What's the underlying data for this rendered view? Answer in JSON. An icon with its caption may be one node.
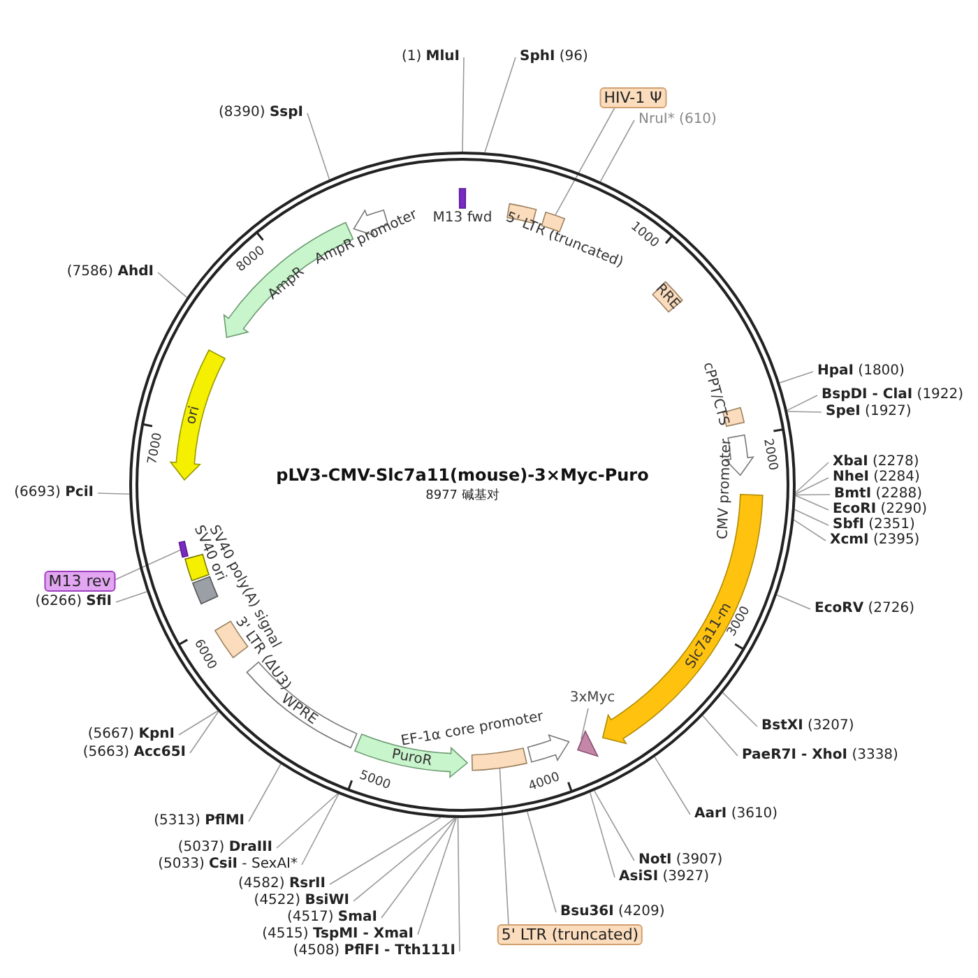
{
  "diagram": {
    "title": "pLV3-CMV-Slc7a11(mouse)-3×Myc-Puro",
    "nodes": [
      {
        "text": [
          "M13 fwd"
        ]
      },
      {
        "text": [
          "5' LTR (truncated)"
        ]
      },
      {
        "text": [],
        "shape": "box"
      },
      {
        "text": [
          "RRE"
        ]
      },
      {
        "text": [
          "cPPT/CTS"
        ]
      },
      {
        "text": [
          "CMV promoter"
        ]
      },
      {
        "text": [
          "Slc7a11-m"
        ]
      },
      {
        "text": [],
        "shape": "pentagon"
      },
      {
        "text": [
          "EF-1α core promoter"
        ]
      },
      {
        "text": [],
        "shape": "box"
      },
      {
        "text": [
          "PuroR"
        ]
      },
      {
        "text": [
          "WPRE"
        ]
      },
      {
        "text": [
          "3' LTR (ΔU3)"
        ]
      },
      {
        "text": [
          "SV40 poly(A) signal"
        ]
      },
      {
        "text": [
          "SV40 ori"
        ]
      },
      {
        "text": [],
        "shape": "bar"
      },
      {
        "text": [
          "ori"
        ]
      },
      {
        "text": [
          "AmpR"
        ]
      },
      {
        "text": [
          "AmpR promoter"
        ]
      },
      {
        "text": [
          "HIV-1 Ψ"
        ]
      },
      {
        "text": [
          "M13 rev"
        ]
      },
      {
        "text": [
          "3xMyc"
        ]
      },
      {
        "text": [
          "5' LTR (truncated)"
        ]
      },
      {
        "text": [
          "(1) **MluI**"
        ]
      },
      {
        "text": [
          "**SphI** (96)"
        ]
      },
      {
        "text": [
          "NruI* (610)"
        ]
      },
      {
        "text": [
          "**HpaI** (1800)"
        ]
      },
      {
        "text": [
          "**BspDI - ClaI** (1922)"
        ]
      },
      {
        "text": [
          "**SpeI** (1927)"
        ]
      },
      {
        "text": [
          "**XbaI** (2278)"
        ]
      },
      {
        "text": [
          "**NheI** (2284)"
        ]
      },
      {
        "text": [
          "**BmtI** (2288)"
        ]
      },
      {
        "text": [
          "**EcoRI** (2290)"
        ]
      },
      {
        "text": [
          "**SbfI** (2351)"
        ]
      },
      {
        "text": [
          "**XcmI** (2395)"
        ]
      },
      {
        "text": [
          "**EcoRV** (2726)"
        ]
      },
      {
        "text": [
          "**BstXI** (3207)"
        ]
      },
      {
        "text": [
          "**PaeR7I - XhoI** (3338)"
        ]
      },
      {
        "text": [
          "**AarI** (3610)"
        ]
      },
      {
        "text": [
          "**NotI** (3907)"
        ]
      },
      {
        "text": [
          "**AsiSI** (3927)"
        ]
      },
      {
        "text": [
          "**Bsu36I** (4209)"
        ]
      },
      {
        "text": [
          "(4508) **PflFI - Tth111I**"
        ]
      },
      {
        "text": [
          "(4515) **TspMI - XmaI**"
        ]
      },
      {
        "text": [
          "(4517) **SmaI**"
        ]
      },
      {
        "text": [
          "(4522) **BsiWI**"
        ]
      },
      {
        "text": [
          "(4582) **RsrII**"
        ]
      },
      {
        "text": [
          "(5033) **CsiI** - SexAI*"
        ]
      },
      {
        "text": [
          "(5037) **DraIII**"
        ]
      },
      {
        "text": [
          "(5313) **PflMI**"
        ]
      },
      {
        "text": [
          "(5663) **Acc65I**"
        ]
      },
      {
        "text": [
          "(5667) **KpnI**"
        ]
      },
      {
        "text": [
          "(6266) **SfiI**"
        ]
      },
      {
        "text": [
          "(6693) **PciI**"
        ]
      },
      {
        "text": [
          "(7586) **AhdI**"
        ]
      },
      {
        "text": [
          "(8390) **SspI**"
        ]
      }
    ],
    "edges": [
      {
        "from": 19,
        "to": 2,
        "arrow": "none"
      },
      {
        "from": 20,
        "to": 15,
        "arrow": "none"
      },
      {
        "from": 21,
        "to": 7,
        "arrow": "none"
      },
      {
        "from": 22,
        "to": 9,
        "arrow": "none"
      },
      {
        "from": 23,
        "to": null,
        "arrow": "none"
      },
      {
        "from": 24,
        "to": null,
        "arrow": "none"
      },
      {
        "from": 25,
        "to": null,
        "arrow": "none"
      },
      {
        "from": 26,
        "to": null,
        "arrow": "none"
      },
      {
        "from": 27,
        "to": null,
        "arrow": "none"
      },
      {
        "from": 28,
        "to": null,
        "arrow": "none"
      },
      {
        "from": 29,
        "to": null,
        "arrow": "none"
      },
      {
        "from": 30,
        "to": null,
        "arrow": "none"
      },
      {
        "from": 31,
        "to": null,
        "arrow": "none"
      },
      {
        "from": 32,
        "to": null,
        "arrow": "none"
      },
      {
        "from": 33,
        "to": null,
        "arrow": "none"
      },
      {
        "from": 34,
        "to": null,
        "arrow": "none"
      },
      {
        "from": 35,
        "to": null,
        "arrow": "none"
      },
      {
        "from": 36,
        "to": null,
        "arrow": "none"
      },
      {
        "from": 37,
        "to": null,
        "arrow": "none"
      },
      {
        "from": 38,
        "to": null,
        "arrow": "none"
      },
      {
        "from": 39,
        "to": null,
        "arrow": "none"
      },
      {
        "from": 40,
        "to": null,
        "arrow": "none"
      },
      {
        "from": 41,
        "to": null,
        "arrow": "none"
      },
      {
        "from": 42,
        "to": null,
        "arrow": "none"
      },
      {
        "from": 43,
        "to": null,
        "arrow": "none"
      },
      {
        "from": 44,
        "to": null,
        "arrow": "none"
      },
      {
        "from": 45,
        "to": null,
        "arrow": "none"
      },
      {
        "from": 46,
        "to": null,
        "arrow": "none"
      },
      {
        "from": 47,
        "to": null,
        "arrow": "none"
      },
      {
        "from": 48,
        "to": null,
        "arrow": "none"
      },
      {
        "from": 49,
        "to": null,
        "arrow": "none"
      },
      {
        "from": 50,
        "to": null,
        "arrow": "none"
      },
      {
        "from": 51,
        "to": null,
        "arrow": "none"
      },
      {
        "from": 52,
        "to": null,
        "arrow": "none"
      },
      {
        "from": 53,
        "to": null,
        "arrow": "none"
      },
      {
        "from": 54,
        "to": null,
        "arrow": "none"
      },
      {
        "from": 55,
        "to": null,
        "arrow": "none"
      }
    ],
    "labels": [
      "8977 碱基对",
      "1000",
      "2000",
      "3000",
      "4000",
      "5000",
      "6000",
      "7000",
      "8000"
    ]
  }
}
